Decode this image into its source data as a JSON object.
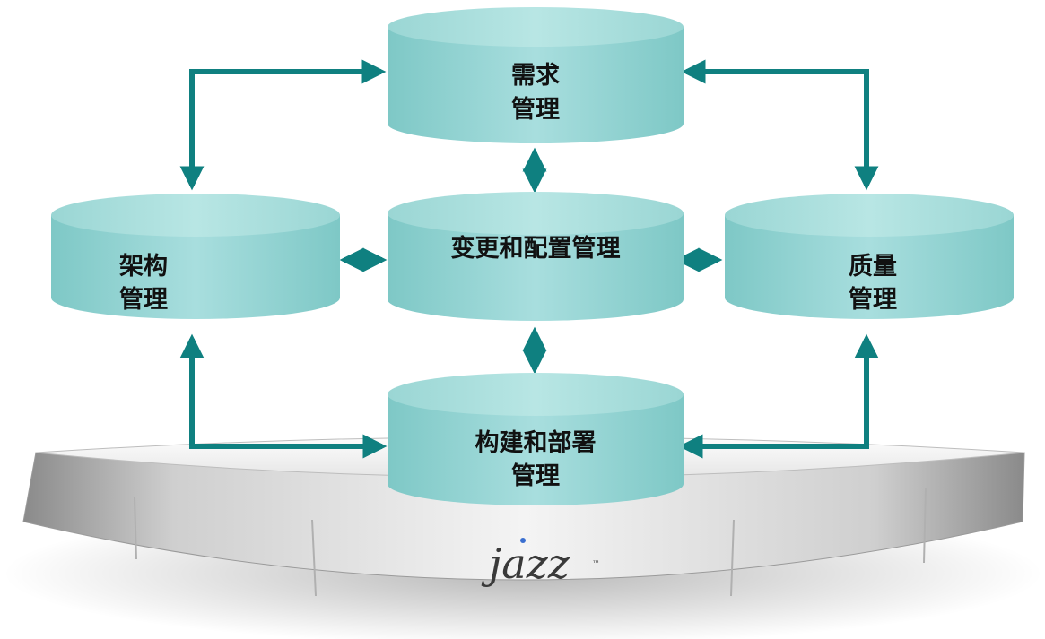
{
  "diagram": {
    "accent_color": "#0f8080",
    "cylinder_color": "#8fd3d0",
    "nodes": {
      "requirements": {
        "line1": "需求",
        "line2": "管理"
      },
      "architecture": {
        "line1": "架构",
        "line2": "管理"
      },
      "change_config": {
        "line1": "变更和配置管理"
      },
      "quality": {
        "line1": "质量",
        "line2": "管理"
      },
      "build_deploy": {
        "line1": "构建和部署",
        "line2": "管理"
      }
    },
    "platform": {
      "brand": "jazz",
      "brand_mark": "™"
    }
  }
}
